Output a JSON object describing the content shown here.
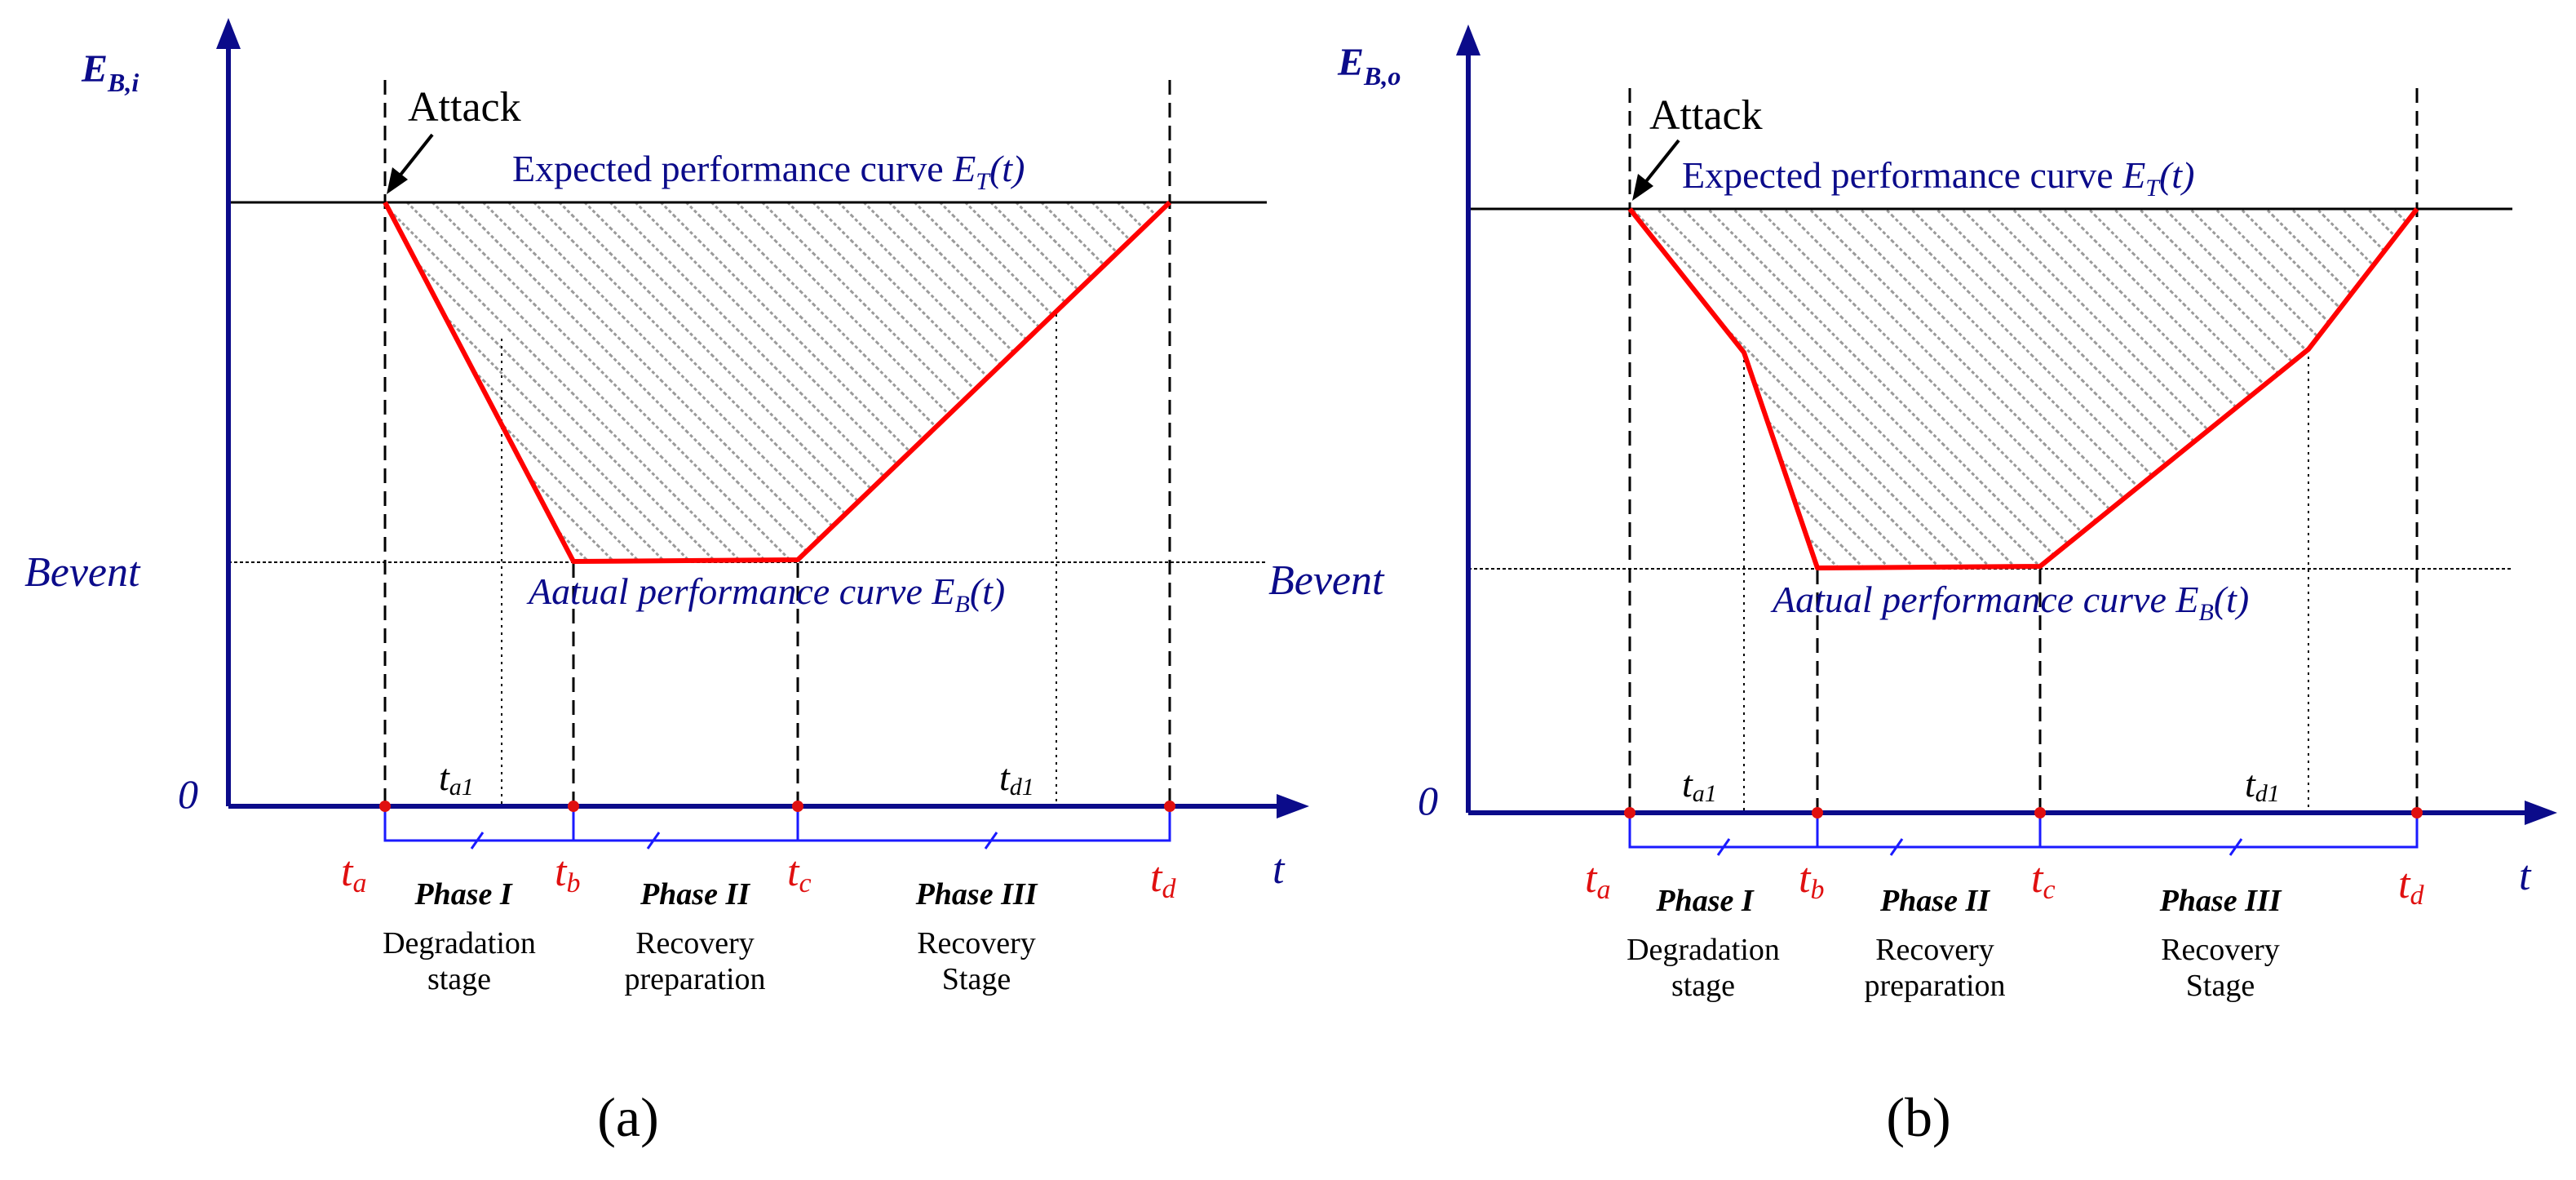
{
  "colors": {
    "axis": "#0b0b8a",
    "curve": "#ff0000",
    "dot": "#e01010",
    "ref_line": "#000000",
    "hatch": "#9a9a9a",
    "label_blue": "#0b0b8a",
    "label_red": "#e01010"
  },
  "panels": [
    {
      "caption": "(a)",
      "y_axis_main": "E",
      "y_axis_sub": "B,i",
      "attack_label": "Attack",
      "expected_prefix": "Expected performance curve ",
      "expected_main": "E",
      "expected_sub": "T",
      "expected_arg": "(t)",
      "actual_prefix": "Aatual performance curve ",
      "actual_main": "E",
      "actual_sub": "B",
      "actual_arg": "(t)",
      "bevent_label": "Bevent",
      "origin_label": "0",
      "x_axis_label": "t",
      "ta_main": "t",
      "ta_sub": "a",
      "tb_main": "t",
      "tb_sub": "b",
      "tc_main": "t",
      "tc_sub": "c",
      "td_main": "t",
      "td_sub": "d",
      "ta1_main": "t",
      "ta1_sub": "a1",
      "td1_main": "t",
      "td1_sub": "d1",
      "phase1_title": "Phase I",
      "phase1_line1": "Degradation",
      "phase1_line2": "stage",
      "phase2_title": "Phase II",
      "phase2_line1": "Recovery",
      "phase2_line2": "preparation",
      "phase3_title": "Phase III",
      "phase3_line1": "Recovery",
      "phase3_line2": "Stage"
    },
    {
      "caption": "(b)",
      "y_axis_main": "E",
      "y_axis_sub": "B,o",
      "attack_label": "Attack",
      "expected_prefix": "Expected performance curve ",
      "expected_main": "E",
      "expected_sub": "T",
      "expected_arg": "(t)",
      "actual_prefix": "Aatual performance curve ",
      "actual_main": "E",
      "actual_sub": "B",
      "actual_arg": "(t)",
      "bevent_label": "Bevent",
      "origin_label": "0",
      "x_axis_label": "t",
      "ta_main": "t",
      "ta_sub": "a",
      "tb_main": "t",
      "tb_sub": "b",
      "tc_main": "t",
      "tc_sub": "c",
      "td_main": "t",
      "td_sub": "d",
      "ta1_main": "t",
      "ta1_sub": "a1",
      "td1_main": "t",
      "td1_sub": "d1",
      "phase1_title": "Phase I",
      "phase1_line1": "Degradation",
      "phase1_line2": "stage",
      "phase2_title": "Phase II",
      "phase2_line1": "Recovery",
      "phase2_line2": "preparation",
      "phase3_title": "Phase III",
      "phase3_line1": "Recovery",
      "phase3_line2": "Stage"
    }
  ]
}
